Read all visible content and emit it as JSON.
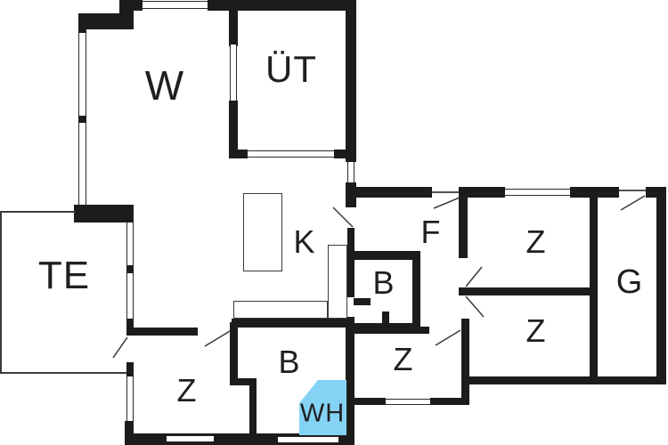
{
  "title": "Floor plan",
  "colors": {
    "wall": "#1d1c1a",
    "floor": "#ffffff",
    "highlight_wh": "#85d3f4",
    "label_text": "#1f1f1f",
    "thin_line": "#3c3c38"
  },
  "rooms": [
    {
      "id": "w",
      "label": "W"
    },
    {
      "id": "ut",
      "label": "ÜT"
    },
    {
      "id": "te",
      "label": "TE"
    },
    {
      "id": "k",
      "label": "K"
    },
    {
      "id": "f",
      "label": "F"
    },
    {
      "id": "b-wing",
      "label": "B"
    },
    {
      "id": "z-top-right",
      "label": "Z"
    },
    {
      "id": "z-bottom-right",
      "label": "Z"
    },
    {
      "id": "g",
      "label": "G"
    },
    {
      "id": "z-middle",
      "label": "Z"
    },
    {
      "id": "z-bottom-left",
      "label": "Z"
    },
    {
      "id": "b-bottom",
      "label": "B"
    },
    {
      "id": "wh",
      "label": "WH"
    }
  ]
}
